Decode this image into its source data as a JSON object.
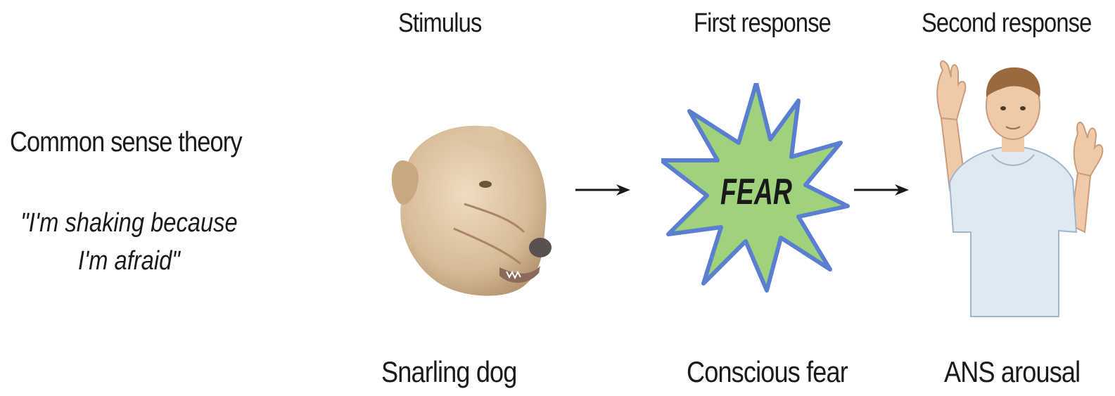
{
  "headers": {
    "stimulus": "Stimulus",
    "first_response": "First response",
    "second_response": "Second response"
  },
  "theory": {
    "title": "Common sense theory",
    "quote_line1": "\"I'm shaking because",
    "quote_line2": "I'm afraid\""
  },
  "fear_label": "FEAR",
  "captions": {
    "stimulus": "Snarling dog",
    "first_response": "Conscious fear",
    "second_response": "ANS arousal"
  },
  "colors": {
    "starburst_fill": "#9fd27a",
    "starburst_edge": "#5a7fd0",
    "dog_fur": "#d9c2a0",
    "shirt": "#dfe9f2",
    "skin": "#f0c9a8"
  }
}
